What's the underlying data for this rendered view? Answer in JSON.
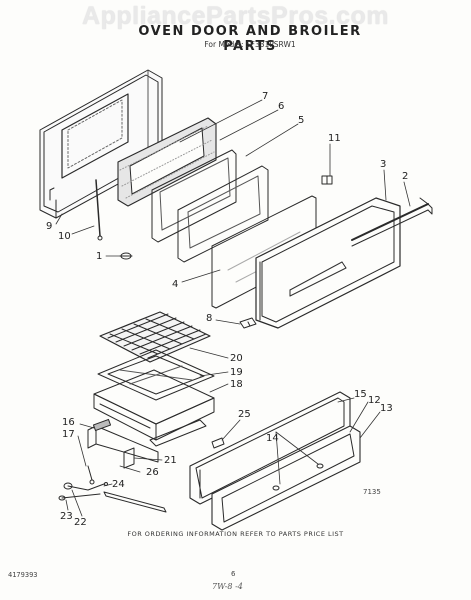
{
  "watermark": "AppliancePartsPros.com",
  "title": "OVEN DOOR AND BROILER PARTS",
  "subtitle": "For Model: SF331PSRW1",
  "footer": "FOR ORDERING INFORMATION REFER TO PARTS PRICE LIST",
  "doc_number": "4179393",
  "page_number": "6",
  "handwritten_note": "7W-8 -4",
  "figure_code": "7135",
  "callouts": [
    {
      "id": "c7",
      "label": "7"
    },
    {
      "id": "c6",
      "label": "6"
    },
    {
      "id": "c5",
      "label": "5"
    },
    {
      "id": "c11",
      "label": "11"
    },
    {
      "id": "c3",
      "label": "3"
    },
    {
      "id": "c2",
      "label": "2"
    },
    {
      "id": "c9",
      "label": "9"
    },
    {
      "id": "c10",
      "label": "10"
    },
    {
      "id": "c1",
      "label": "1"
    },
    {
      "id": "c4",
      "label": "4"
    },
    {
      "id": "c8",
      "label": "8"
    },
    {
      "id": "c20",
      "label": "20"
    },
    {
      "id": "c19",
      "label": "19"
    },
    {
      "id": "c18",
      "label": "18"
    },
    {
      "id": "c25",
      "label": "25"
    },
    {
      "id": "c15",
      "label": "15"
    },
    {
      "id": "c12",
      "label": "12"
    },
    {
      "id": "c13",
      "label": "13"
    },
    {
      "id": "c16",
      "label": "16"
    },
    {
      "id": "c17",
      "label": "17"
    },
    {
      "id": "c14",
      "label": "14"
    },
    {
      "id": "c21",
      "label": "21"
    },
    {
      "id": "c26",
      "label": "26"
    },
    {
      "id": "c24",
      "label": "24"
    },
    {
      "id": "c23",
      "label": "23"
    },
    {
      "id": "c22",
      "label": "22"
    }
  ]
}
